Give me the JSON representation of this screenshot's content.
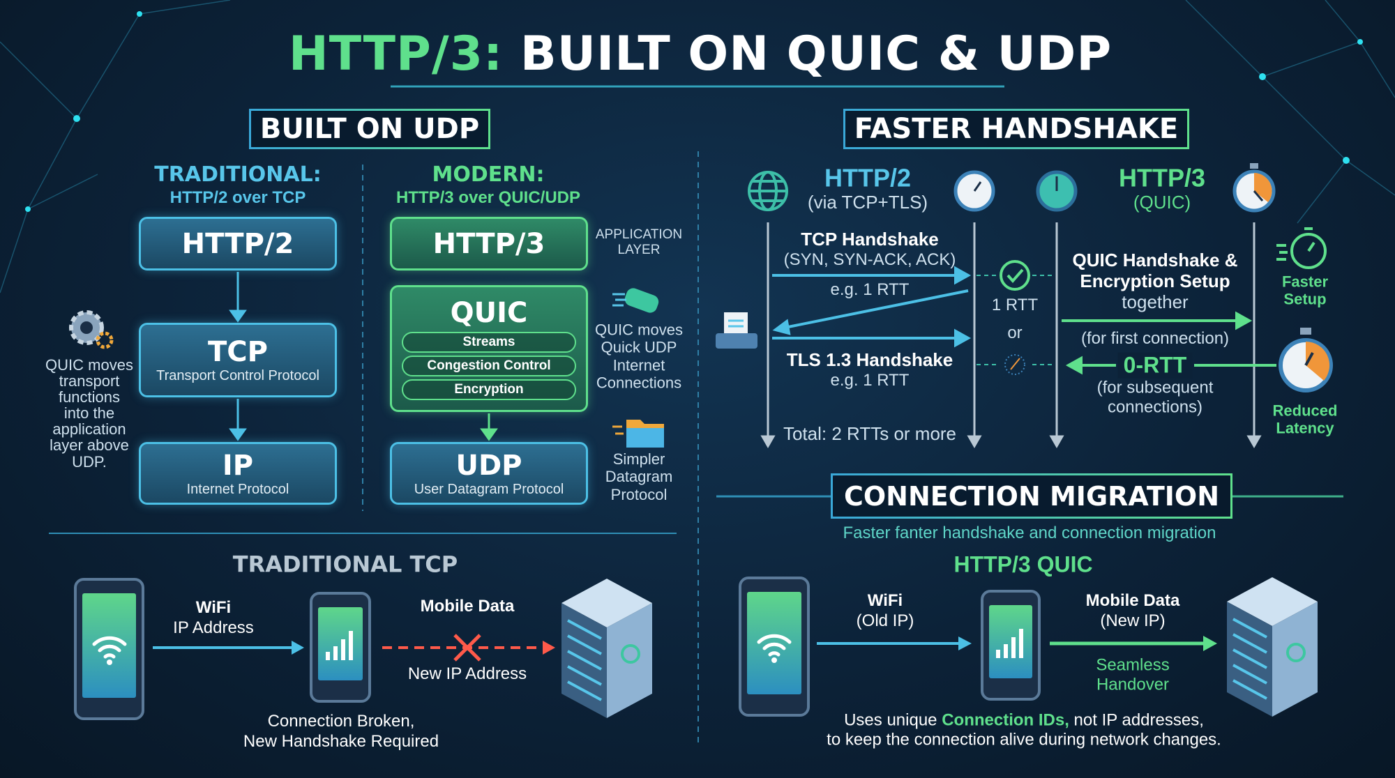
{
  "title": {
    "part1": "HTTP/3:",
    "part2": "BUILT ON QUIC & UDP"
  },
  "udp": {
    "heading": "BUILT ON UDP",
    "traditional": {
      "label": "TRADITIONAL:",
      "sub": "HTTP/2 over TCP",
      "http": "HTTP/2",
      "tcp": "TCP",
      "tcp_sub": "Transport Control Protocol",
      "ip": "IP",
      "ip_sub": "Internet Protocol"
    },
    "modern": {
      "label": "MODERN:",
      "sub": "HTTP/3 over QUIC/UDP",
      "http": "HTTP/3",
      "quic": "QUIC",
      "quic_items": [
        "Streams",
        "Congestion Control",
        "Encryption"
      ],
      "udp": "UDP",
      "udp_sub": "User Datagram Protocol"
    },
    "app_layer": [
      "APPLICATION",
      "LAYER"
    ],
    "quic_note": [
      "QUIC moves",
      "Quick UDP",
      "Internet",
      "Connections"
    ],
    "udp_note": [
      "Simpler",
      "Datagram",
      "Protocol"
    ],
    "side_note": [
      "QUIC moves",
      "transport",
      "functions",
      "into the",
      "application",
      "layer above",
      "UDP."
    ]
  },
  "tcp_demo": {
    "heading": "TRADITIONAL TCP",
    "wifi": "WiFi",
    "wifi_sub": "IP Address",
    "mobile": "Mobile Data",
    "new_ip": "New IP Address",
    "broken": [
      "Connection Broken,",
      "New Handshake Required"
    ]
  },
  "handshake": {
    "heading": "FASTER HANDSHAKE",
    "http2": "HTTP/2",
    "http2_sub": "(via TCP+TLS)",
    "http3": "HTTP/3",
    "http3_sub": "(QUIC)",
    "tcp_hs": "TCP Handshake",
    "tcp_hs_sub": "(SYN, SYN-ACK, ACK)",
    "rtt1": "e.g. 1 RTT",
    "tls_hs": "TLS 1.3 Handshake",
    "rtt2": "e.g. 1 RTT",
    "total": "Total: 2 RTTs or more",
    "one_rtt": "1 RTT",
    "or": "or",
    "quic_hs": [
      "QUIC Handshake &",
      "Encryption Setup"
    ],
    "together": "together",
    "first": "(for first connection)",
    "zero_rtt": "0-RTT",
    "subsequent": [
      "(for subsequent",
      "connections)"
    ],
    "faster": [
      "Faster",
      "Setup"
    ],
    "reduced": [
      "Reduced",
      "Latency"
    ]
  },
  "migration": {
    "heading": "CONNECTION MIGRATION",
    "subtitle": "Faster fanter handshake and connection migration",
    "quic_label": "HTTP/3 QUIC",
    "wifi": "WiFi",
    "wifi_sub": "(Old IP)",
    "mobile": "Mobile Data",
    "mobile_sub": "(New IP)",
    "seamless": [
      "Seamless",
      "Handover"
    ],
    "note_pre": "Uses unique ",
    "note_hl": "Connection IDs,",
    "note_post": " not IP addresses,",
    "note2": "to keep the connection alive during network changes."
  },
  "colors": {
    "blue": "#58c6ea",
    "green": "#5fe08c",
    "red": "#ff5a4a",
    "bg": "#0c2238"
  }
}
